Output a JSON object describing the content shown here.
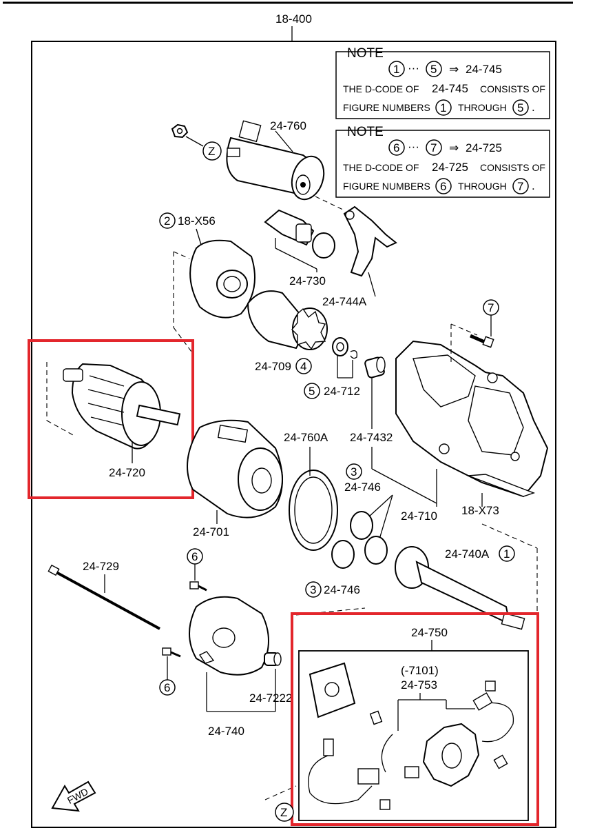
{
  "diagram": {
    "top_label": "18-400",
    "notes": [
      {
        "heading": "NOTE",
        "range_start": "1",
        "range_end": "5",
        "range_dots": "···",
        "arrow": "⇒",
        "target_code": "24-745",
        "line2_prefix": "THE D-CODE OF",
        "line2_code": "24-745",
        "line2_suffix": "CONSISTS OF",
        "line3_prefix": "FIGURE NUMBERS",
        "line3_from": "1",
        "line3_through": "THROUGH",
        "line3_to": "5",
        "line3_end": "."
      },
      {
        "heading": "NOTE",
        "range_start": "6",
        "range_end": "7",
        "range_dots": "···",
        "arrow": "⇒",
        "target_code": "24-725",
        "line2_prefix": "THE D-CODE OF",
        "line2_code": "24-725",
        "line2_suffix": "CONSISTS OF",
        "line3_prefix": "FIGURE NUMBERS",
        "line3_from": "6",
        "line3_through": "THROUGH",
        "line3_to": "7",
        "line3_end": "."
      }
    ],
    "labels": {
      "p24_760": "24-760",
      "z_top": "Z",
      "fig2": "2",
      "p18_x56": "18-X56",
      "p24_730": "24-730",
      "p24_744a": "24-744A",
      "fig7": "7",
      "p24_709": "24-709",
      "fig4": "4",
      "fig5": "5",
      "p24_712": "24-712",
      "p24_720": "24-720",
      "p24_760a": "24-760A",
      "p24_7432": "24-7432",
      "fig3_top": "3",
      "p24_746_top": "24-746",
      "p24_701": "24-701",
      "p24_710": "24-710",
      "p18_x73": "18-X73",
      "p24_729": "24-729",
      "fig6_top": "6",
      "p24_740a": "24-740A",
      "fig1": "1",
      "fig3_bottom": "3",
      "p24_746_bottom": "24-746",
      "p24_750": "24-750",
      "p7101": "(-7101)",
      "p24_753": "24-753",
      "p24_7222": "24-7222",
      "fig6_bottom": "6",
      "p24_740": "24-740",
      "fwd": "FWD",
      "z_bottom": "Z"
    },
    "highlight_color": "#e3262c",
    "line_color": "#000000"
  }
}
